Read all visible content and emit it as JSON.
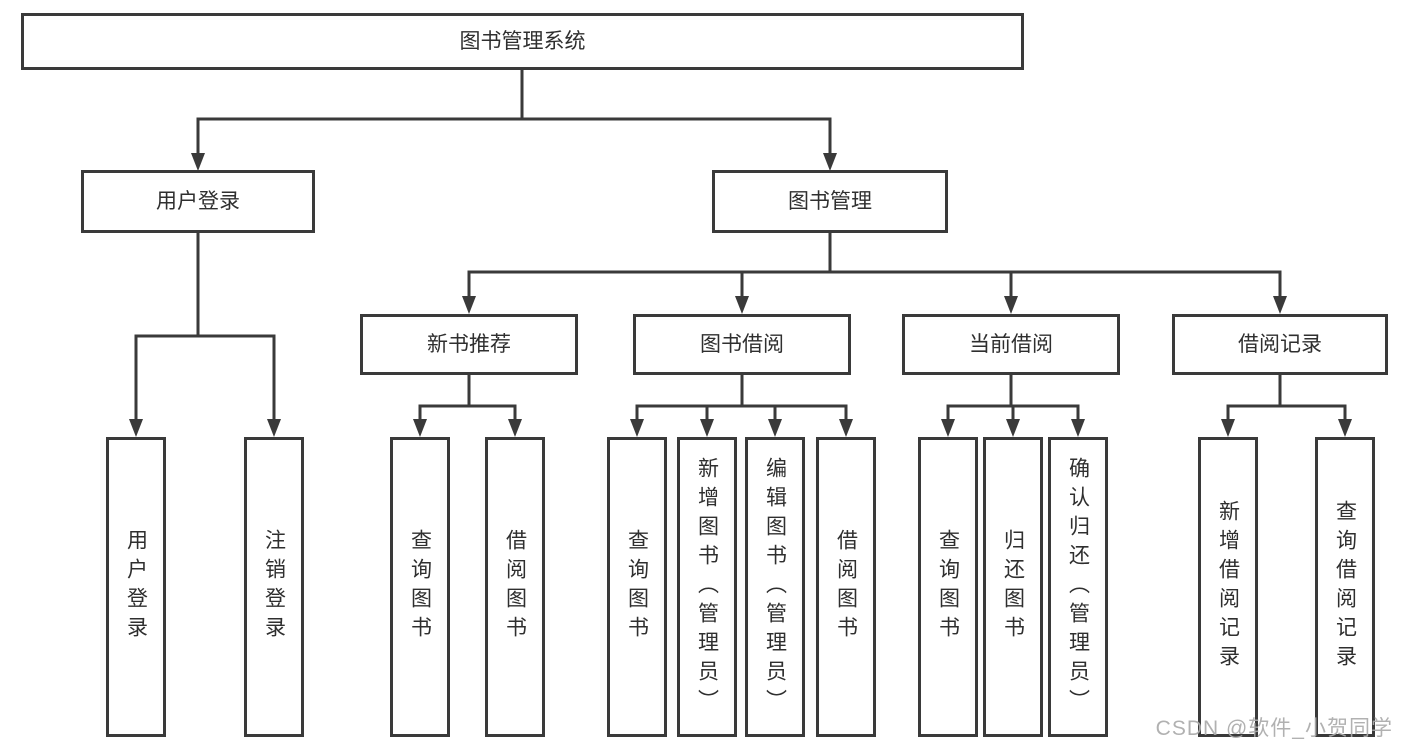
{
  "watermark": "CSDN @软件_小贺同学",
  "colors": {
    "line": "#3a3a3a",
    "box_border": "#3a3a3a",
    "text": "#2f2f2f",
    "watermark": "#ababab",
    "background": "#ffffff"
  },
  "tree": {
    "root": {
      "label": "图书管理系统"
    },
    "level2": [
      {
        "label": "用户登录"
      },
      {
        "label": "图书管理"
      }
    ],
    "level3": [
      {
        "label": "新书推荐",
        "parent": "图书管理"
      },
      {
        "label": "图书借阅",
        "parent": "图书管理"
      },
      {
        "label": "当前借阅",
        "parent": "图书管理"
      },
      {
        "label": "借阅记录",
        "parent": "图书管理"
      }
    ],
    "leaves": [
      {
        "label": "用户登录",
        "parent": "用户登录"
      },
      {
        "label": "注销登录",
        "parent": "用户登录"
      },
      {
        "label": "查询图书",
        "parent": "新书推荐"
      },
      {
        "label": "借阅图书",
        "parent": "新书推荐"
      },
      {
        "label": "查询图书",
        "parent": "图书借阅"
      },
      {
        "label": "新增图书（管理员）",
        "parent": "图书借阅"
      },
      {
        "label": "编辑图书（管理员）",
        "parent": "图书借阅"
      },
      {
        "label": "借阅图书",
        "parent": "图书借阅"
      },
      {
        "label": "查询图书",
        "parent": "当前借阅"
      },
      {
        "label": "归还图书",
        "parent": "当前借阅"
      },
      {
        "label": "确认归还（管理员）",
        "parent": "当前借阅"
      },
      {
        "label": "新增借阅记录",
        "parent": "借阅记录"
      },
      {
        "label": "查询借阅记录",
        "parent": "借阅记录"
      }
    ]
  }
}
